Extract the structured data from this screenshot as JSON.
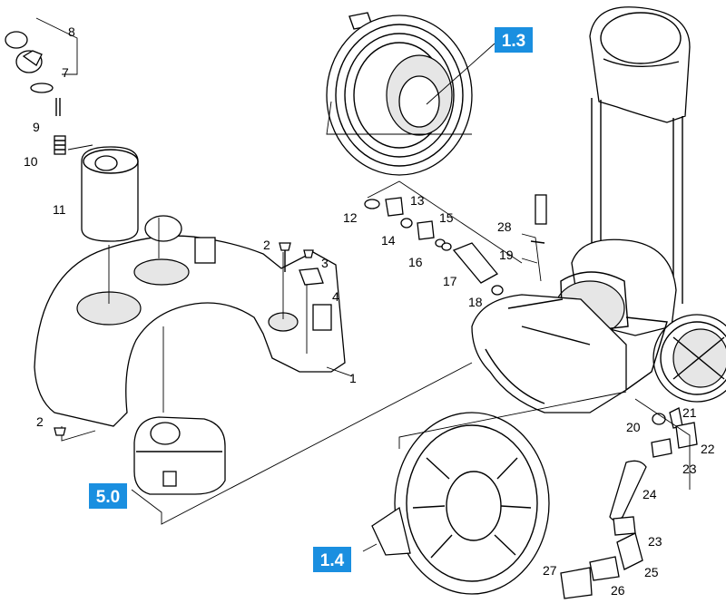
{
  "callouts": [
    {
      "label": "1"
    },
    {
      "label": "2"
    },
    {
      "label": "2"
    },
    {
      "label": "3"
    },
    {
      "label": "4"
    },
    {
      "label": "7"
    },
    {
      "label": "8"
    },
    {
      "label": "9"
    },
    {
      "label": "10"
    },
    {
      "label": "11"
    },
    {
      "label": "12"
    },
    {
      "label": "13"
    },
    {
      "label": "14"
    },
    {
      "label": "15"
    },
    {
      "label": "16"
    },
    {
      "label": "17"
    },
    {
      "label": "18"
    },
    {
      "label": "19"
    },
    {
      "label": "20"
    },
    {
      "label": "21"
    },
    {
      "label": "22"
    },
    {
      "label": "23"
    },
    {
      "label": "23"
    },
    {
      "label": "24"
    },
    {
      "label": "25"
    },
    {
      "label": "26"
    },
    {
      "label": "27"
    },
    {
      "label": "28"
    }
  ],
  "references": [
    {
      "label": "1.3"
    },
    {
      "label": "1.4"
    },
    {
      "label": "5.0"
    }
  ],
  "colors": {
    "badge": "#1a8fe0",
    "line": "#000000",
    "background": "#ffffff"
  }
}
